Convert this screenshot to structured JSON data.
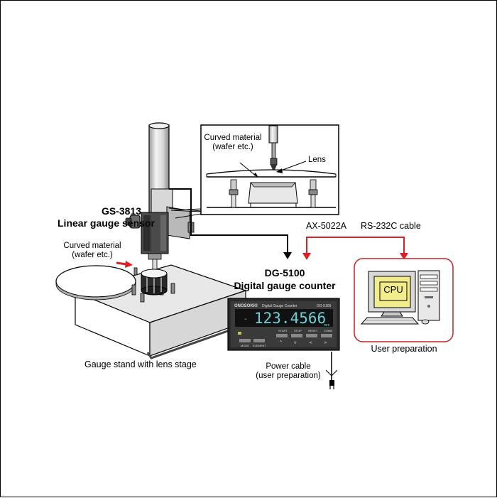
{
  "labels": {
    "inset_material": "Curved material\n(wafer etc.)",
    "inset_lens": "Lens",
    "sensor_model": "GS-3813",
    "sensor_name": "Linear gauge sensor",
    "stage_material": "Curved material\n(wafer etc.)",
    "stand_name": "Gauge stand with lens stage",
    "cable_ax": "AX-5022A",
    "cable_rs": "RS-232C cable",
    "counter_model": "DG-5100",
    "counter_name": "Digital gauge counter",
    "cpu": "CPU",
    "user_prep": "User preparation",
    "power_cable": "Power cable\n(user preparation)"
  },
  "counter_panel": {
    "brand": "ONOSOKKI",
    "title": "Digital Gauge Counter",
    "model_small": "DG-5100",
    "reading": "123.4566",
    "sign": "-",
    "unit": "mm",
    "buttons_top": [
      "START",
      "STOP",
      "RESET",
      "COMB"
    ],
    "buttons_bottom": [
      "MODE",
      "ELEMENT"
    ]
  },
  "colors": {
    "arrow_red": "#e02020",
    "box_red": "#cc2222",
    "monitor_screen": "#f2ec8c",
    "display_digits": "#6ad0d8",
    "stage_top": "#e6e6e6"
  }
}
